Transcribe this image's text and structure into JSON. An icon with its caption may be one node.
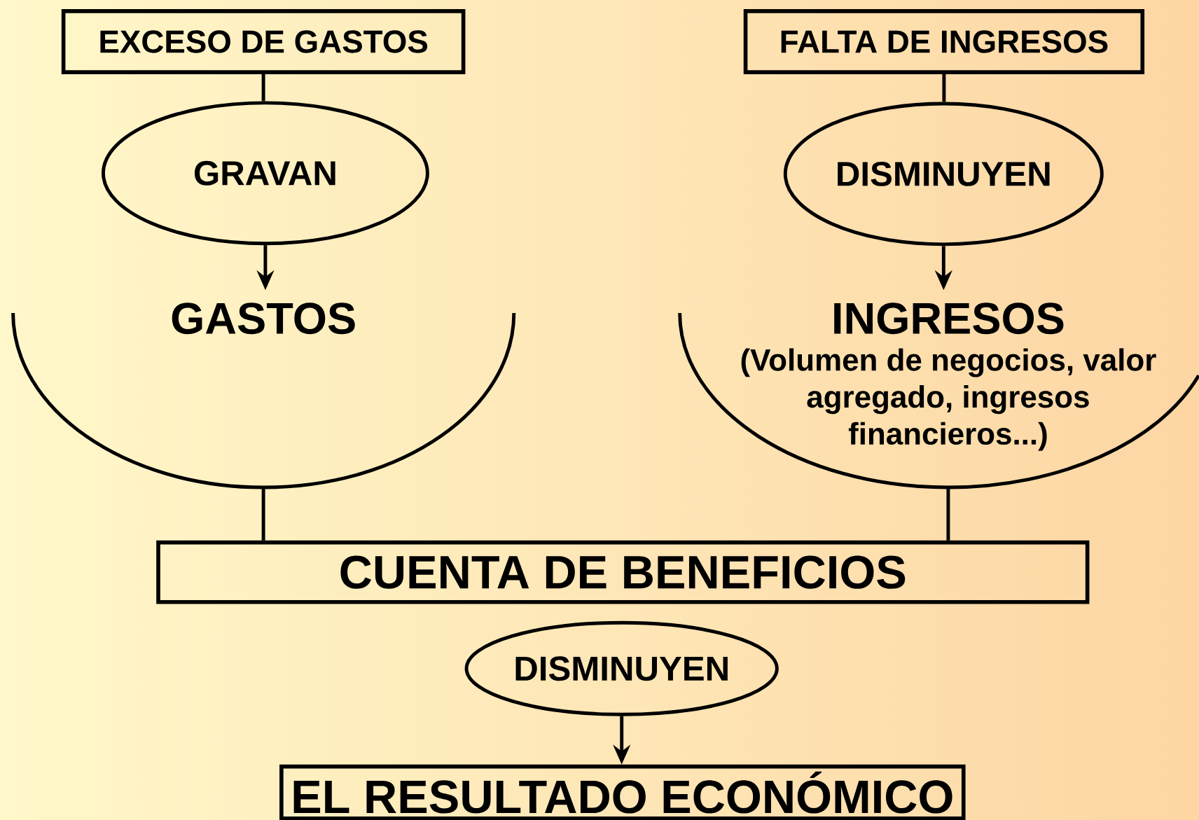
{
  "diagram": {
    "nodes": [
      {
        "text": [
          "EXCESO DE GASTOS"
        ]
      },
      {
        "text": [
          "GRAVAN"
        ]
      },
      {
        "text": [
          "GASTOS"
        ]
      },
      {
        "text": [
          "FALTA DE INGRESOS"
        ]
      },
      {
        "text": [
          "DISMINUYEN"
        ]
      },
      {
        "text": [
          "INGRESOS",
          "(Volumen de negocios, valor agregado, ingresos financieros...)"
        ]
      },
      {
        "text": [
          "CUENTA DE BENEFICIOS"
        ]
      },
      {
        "text": [
          "DISMINUYEN"
        ]
      },
      {
        "text": [
          "EL RESULTADO ECONÓMICO"
        ]
      }
    ],
    "edges": [
      {
        "from": 0,
        "to": 1,
        "arrow": "none"
      },
      {
        "from": 1,
        "to": 2,
        "arrow": "to"
      },
      {
        "from": 3,
        "to": 4,
        "arrow": "none"
      },
      {
        "from": 4,
        "to": 5,
        "arrow": "to"
      },
      {
        "from": 2,
        "to": 6,
        "arrow": "none"
      },
      {
        "from": 5,
        "to": 6,
        "arrow": "none"
      },
      {
        "from": 7,
        "to": 8,
        "arrow": "to"
      }
    ]
  }
}
